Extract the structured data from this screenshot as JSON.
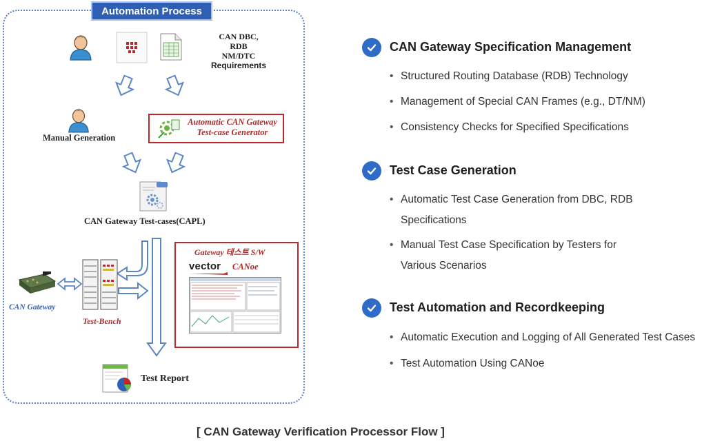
{
  "diagram": {
    "title": "Automation Process",
    "inputs": {
      "dbc": "CAN DBC,",
      "rdb": "RDB",
      "nm": "NM/DTC",
      "requirements": "Requirements"
    },
    "manual_generation": "Manual Generation",
    "generator": {
      "line1": "Automatic CAN Gateway",
      "line2": "Test-case Generator"
    },
    "testcases": "CAN Gateway Test-cases(CAPL)",
    "tool": {
      "title": "Gateway 테스트 S/W",
      "vendor": "vector",
      "product": "CANoe"
    },
    "can_gateway": "CAN Gateway",
    "test_bench": "Test-Bench",
    "test_report": "Test Report",
    "colors": {
      "accent_blue": "#2f5fb4",
      "highlight_red": "#c0272d",
      "arrow_blue": "#5b86c6"
    }
  },
  "caption": "[ CAN Gateway Verification Processor Flow ]",
  "features": [
    {
      "title": "CAN Gateway Specification Management",
      "items": [
        "Structured Routing Database (RDB) Technology",
        "Management of Special CAN Frames (e.g., DT/NM)",
        "Consistency Checks for Specified Specifications"
      ]
    },
    {
      "title": "Test Case Generation",
      "items": [
        {
          "line1": "Automatic Test Case Generation from DBC, RDB",
          "line2": "Specifications"
        },
        {
          "line1": "Manual Test Case Specification by Testers for",
          "line2": "Various Scenarios"
        }
      ]
    },
    {
      "title": "Test Automation and Recordkeeping",
      "items": [
        "Automatic Execution and Logging of All Generated Test Cases",
        "Test Automation Using CANoe"
      ]
    }
  ],
  "icons": [
    "user-icon",
    "spreadsheet-icon",
    "document-icon",
    "checkmark-icon",
    "ecu-board-icon",
    "server-rack-icon",
    "script-gear-icon",
    "report-chart-icon"
  ]
}
